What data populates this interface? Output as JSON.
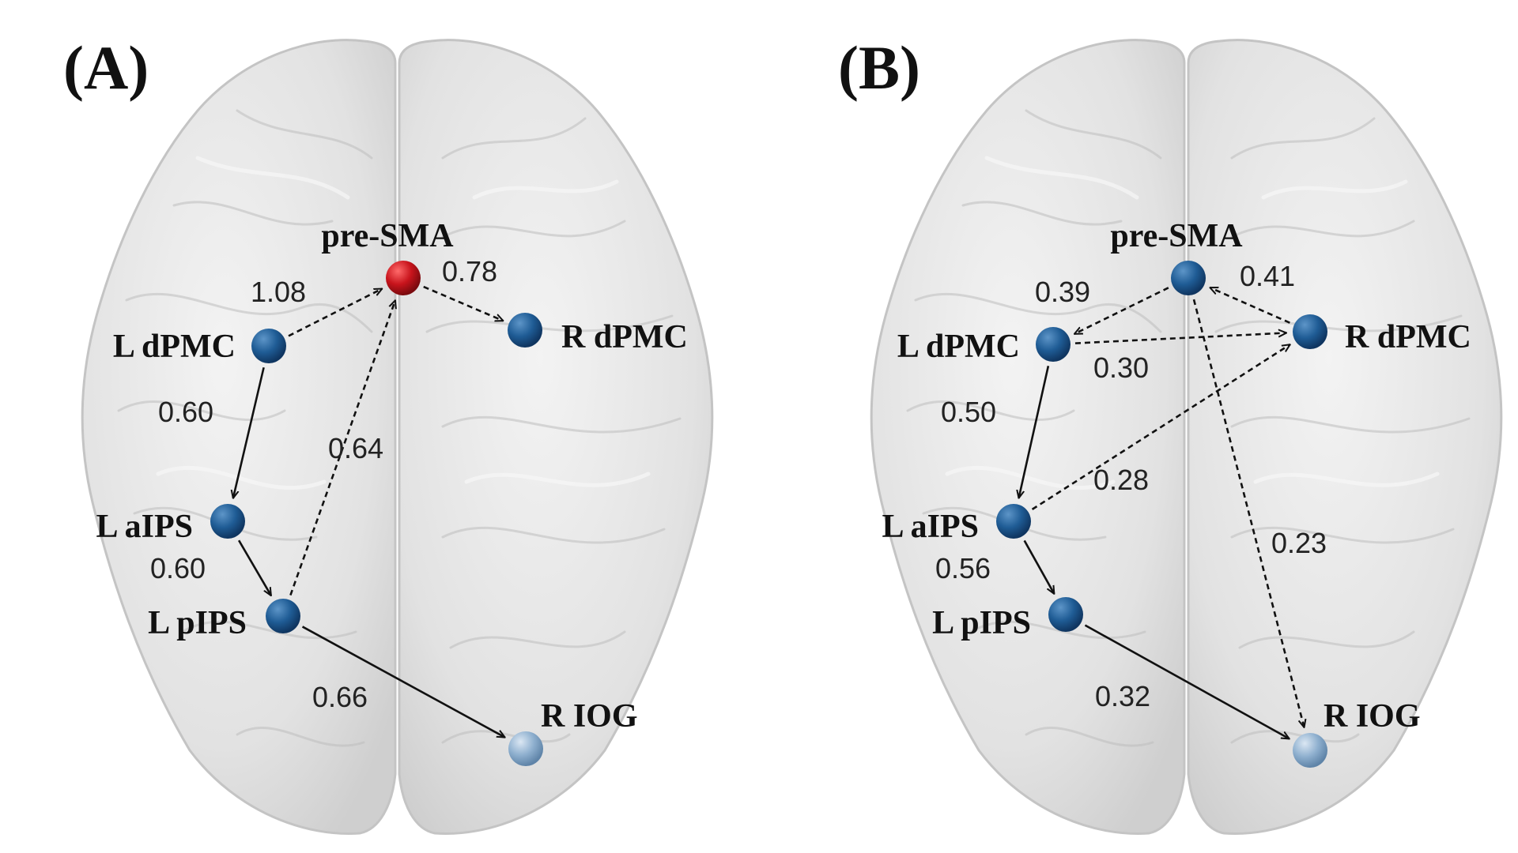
{
  "panels": [
    {
      "label": "(A)",
      "nodes": [
        {
          "key": "preSMA",
          "label": "pre-SMA",
          "color": "#c8141c"
        },
        {
          "key": "LdPMC",
          "label": "L dPMC",
          "color": "#1f5c95"
        },
        {
          "key": "RdPMC",
          "label": "R dPMC",
          "color": "#1f5c95"
        },
        {
          "key": "LaIPS",
          "label": "L aIPS",
          "color": "#1f5c95"
        },
        {
          "key": "LpIPS",
          "label": "L pIPS",
          "color": "#1f5c95"
        },
        {
          "key": "RIOG",
          "label": "R IOG",
          "color": "#8fb0cf"
        }
      ],
      "edges": [
        {
          "from": "LdPMC",
          "to": "preSMA",
          "value": "1.08",
          "style": "dashed"
        },
        {
          "from": "preSMA",
          "to": "RdPMC",
          "value": "0.78",
          "style": "dashed"
        },
        {
          "from": "LdPMC",
          "to": "LaIPS",
          "value": "0.60",
          "style": "solid"
        },
        {
          "from": "LpIPS",
          "to": "preSMA",
          "value": "0.64",
          "style": "dashed"
        },
        {
          "from": "LaIPS",
          "to": "LpIPS",
          "value": "0.60",
          "style": "solid"
        },
        {
          "from": "LpIPS",
          "to": "RIOG",
          "value": "0.66",
          "style": "solid"
        }
      ]
    },
    {
      "label": "(B)",
      "nodes": [
        {
          "key": "preSMA",
          "label": "pre-SMA",
          "color": "#1f5c95"
        },
        {
          "key": "LdPMC",
          "label": "L dPMC",
          "color": "#1f5c95"
        },
        {
          "key": "RdPMC",
          "label": "R dPMC",
          "color": "#1f5c95"
        },
        {
          "key": "LaIPS",
          "label": "L aIPS",
          "color": "#1f5c95"
        },
        {
          "key": "LpIPS",
          "label": "L pIPS",
          "color": "#1f5c95"
        },
        {
          "key": "RIOG",
          "label": "R IOG",
          "color": "#8fb0cf"
        }
      ],
      "edges": [
        {
          "from": "preSMA",
          "to": "LdPMC",
          "value": "0.39",
          "style": "dashed"
        },
        {
          "from": "RdPMC",
          "to": "preSMA",
          "value": "0.41",
          "style": "dashed"
        },
        {
          "from": "LdPMC",
          "to": "RdPMC",
          "value": "0.30",
          "style": "dashed"
        },
        {
          "from": "LdPMC",
          "to": "LaIPS",
          "value": "0.50",
          "style": "solid"
        },
        {
          "from": "LaIPS",
          "to": "RdPMC",
          "value": "0.28",
          "style": "dashed"
        },
        {
          "from": "preSMA",
          "to": "RIOG",
          "value": "0.23",
          "style": "dashed"
        },
        {
          "from": "LaIPS",
          "to": "LpIPS",
          "value": "0.56",
          "style": "solid"
        },
        {
          "from": "LpIPS",
          "to": "RIOG",
          "value": "0.32",
          "style": "solid"
        }
      ]
    }
  ]
}
